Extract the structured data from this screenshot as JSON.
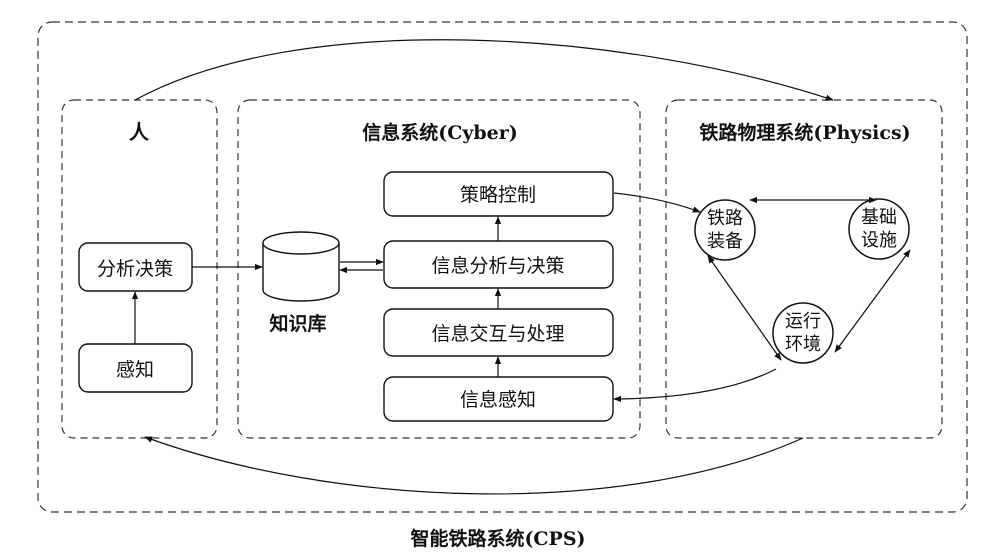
{
  "outer": {
    "caption": "智能铁路系统(CPS)"
  },
  "human": {
    "title": "人",
    "decision": "分析决策",
    "perception": "感知"
  },
  "cyber": {
    "title": "信息系统(Cyber)",
    "knowledge_base": "知识库",
    "strategy_control": "策略控制",
    "analysis_decision": "信息分析与决策",
    "interaction_processing": "信息交互与处理",
    "perception": "信息感知"
  },
  "physics": {
    "title": "铁路物理系统(Physics)",
    "equipment": [
      "铁路",
      "装备"
    ],
    "infrastructure": [
      "基础",
      "设施"
    ],
    "environment": [
      "运行",
      "环境"
    ]
  }
}
